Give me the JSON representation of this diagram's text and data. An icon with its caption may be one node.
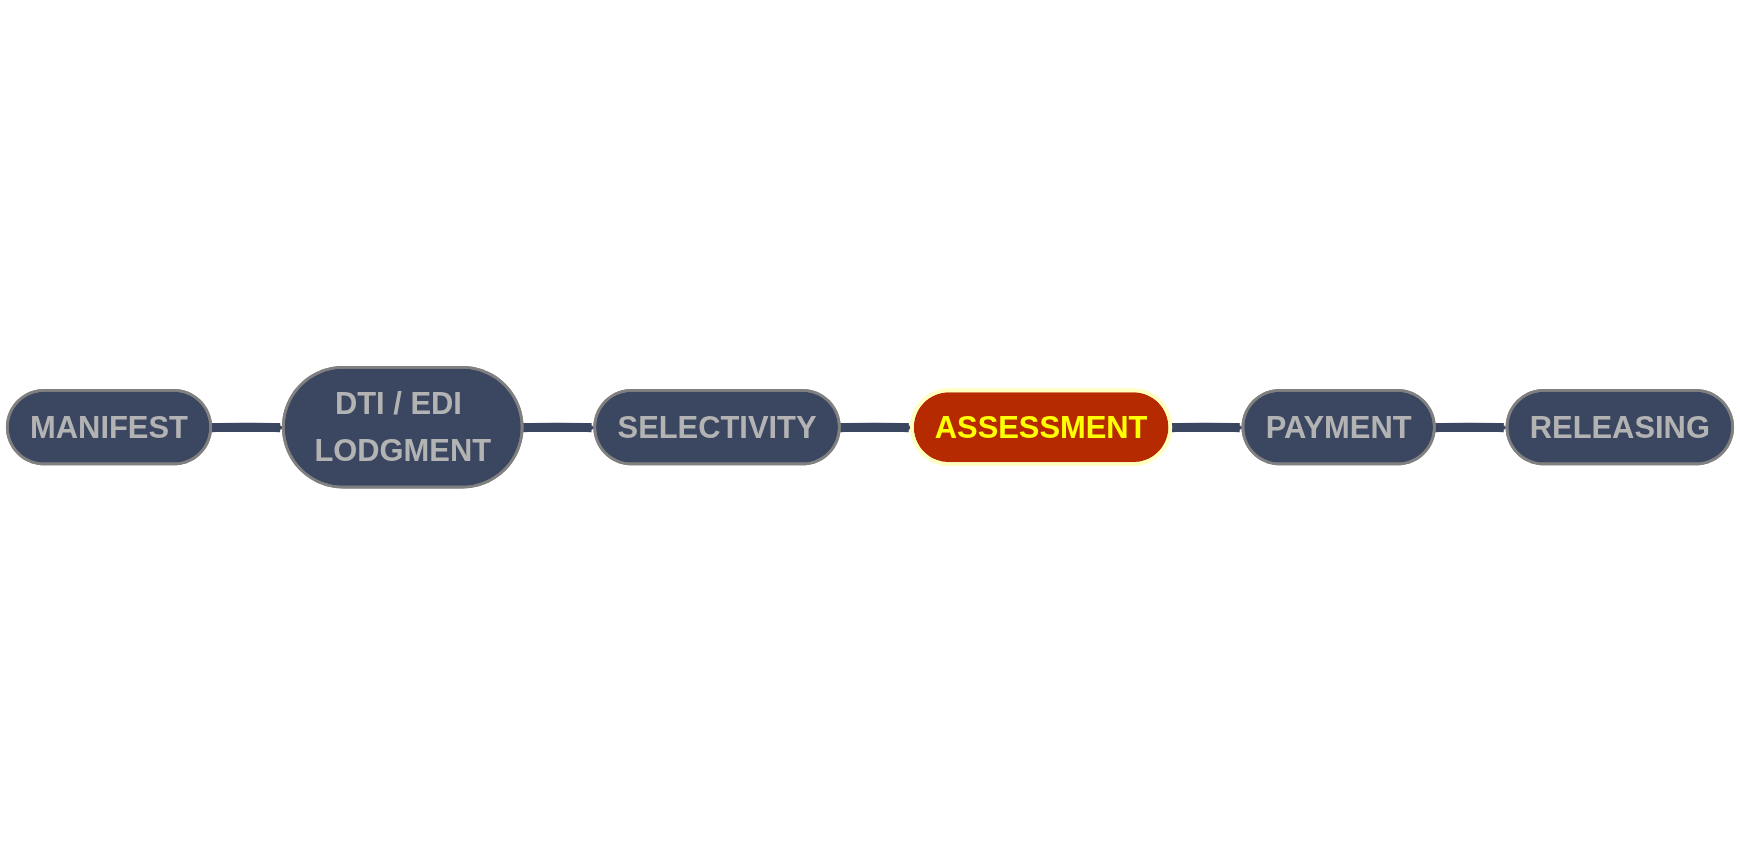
{
  "diagram": {
    "nodes": [
      {
        "text": [
          "MANIFEST"
        ]
      },
      {
        "text": [
          "DTI / EDI LODGMENT"
        ]
      },
      {
        "text": [
          "SELECTIVITY"
        ]
      },
      {
        "text": [
          "ASSESSMENT"
        ]
      },
      {
        "text": [
          "PAYMENT"
        ]
      },
      {
        "text": [
          "RELEASING"
        ]
      }
    ],
    "edges": [
      {
        "from": 0,
        "to": 1,
        "arrow": "to"
      },
      {
        "from": 1,
        "to": 2,
        "arrow": "to"
      },
      {
        "from": 2,
        "to": 3,
        "arrow": "to"
      },
      {
        "from": 3,
        "to": 4,
        "arrow": "to"
      },
      {
        "from": 4,
        "to": 5,
        "arrow": "to"
      }
    ]
  }
}
